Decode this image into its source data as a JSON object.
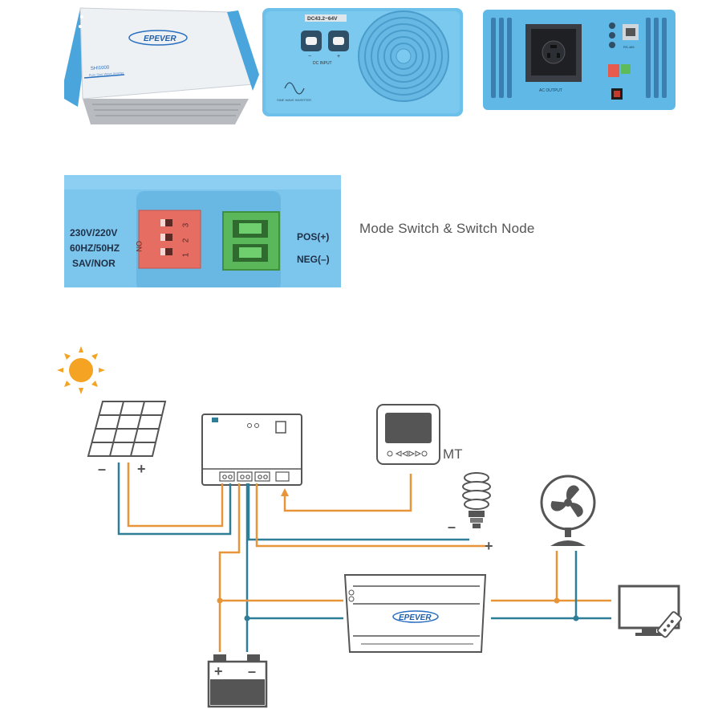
{
  "products": {
    "front_logo": "EPEVER",
    "front_model": "SHI1000",
    "front_subtitle": "Pure Sine Wave Inverter",
    "dc_input_voltage": "DC43.2~64V",
    "dc_input_label": "DC INPUT",
    "sine_label": "SINE WAVE INVERTER",
    "ac_output_label": "AC OUTPUT",
    "rs485_label": "RS-485"
  },
  "mode_switch": {
    "caption": "Mode Switch & Switch Node",
    "labels": [
      "230V/220V",
      "60HZ/50HZ",
      "SAV/NOR"
    ],
    "on_text": "ON",
    "numbers": [
      "1",
      "2",
      "3"
    ],
    "pos_label": "POS(+)",
    "neg_label": "NEG(–)"
  },
  "diagram": {
    "panel_minus": "–",
    "panel_plus": "+",
    "mt_label": "MT",
    "bulb_minus": "–",
    "bulb_plus": "+",
    "inverter_logo": "EPEVER",
    "battery_plus": "+",
    "battery_minus": "–",
    "colors": {
      "orange": "#E8953A",
      "blue": "#2F7E97",
      "gray": "#555555"
    }
  }
}
